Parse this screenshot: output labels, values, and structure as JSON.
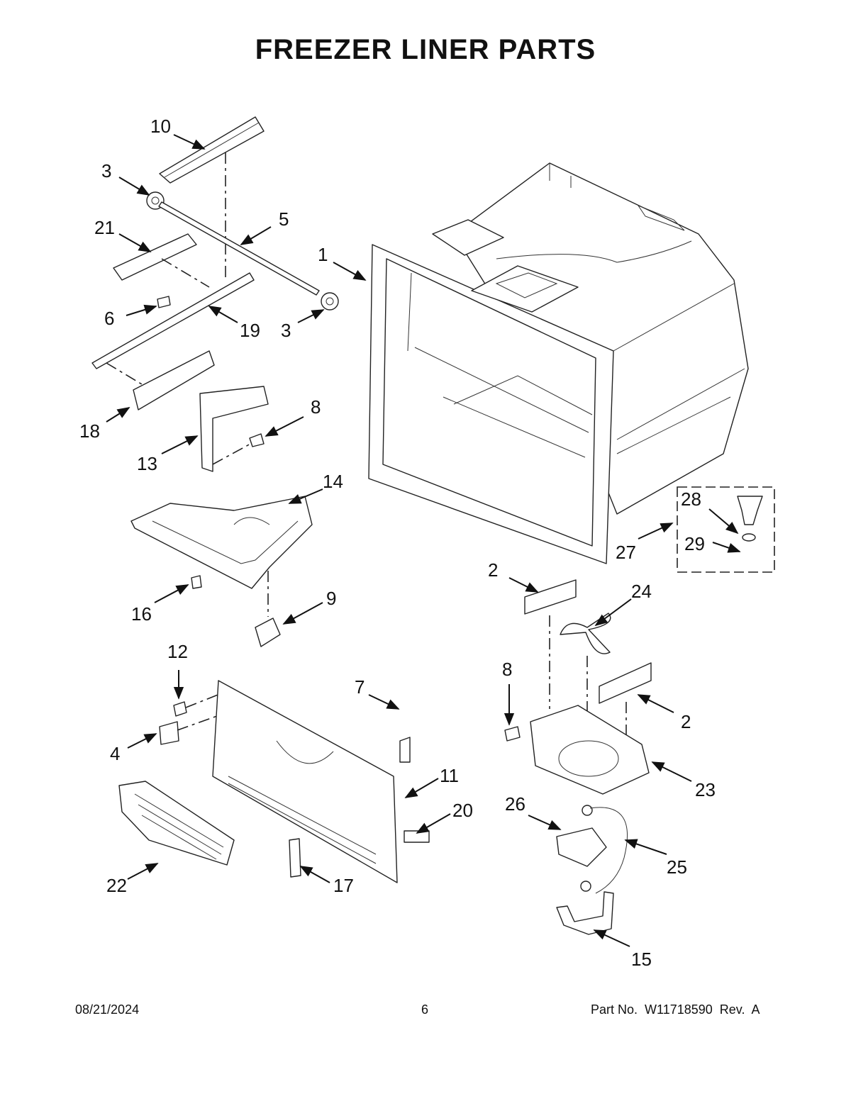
{
  "title": "FREEZER LINER PARTS",
  "callouts": [
    {
      "id": "c10",
      "text": "10"
    },
    {
      "id": "c3a",
      "text": "3"
    },
    {
      "id": "c21",
      "text": "21"
    },
    {
      "id": "c5",
      "text": "5"
    },
    {
      "id": "c1",
      "text": "1"
    },
    {
      "id": "c6",
      "text": "6"
    },
    {
      "id": "c19",
      "text": "19"
    },
    {
      "id": "c3b",
      "text": "3"
    },
    {
      "id": "c18",
      "text": "18"
    },
    {
      "id": "c8a",
      "text": "8"
    },
    {
      "id": "c13",
      "text": "13"
    },
    {
      "id": "c14",
      "text": "14"
    },
    {
      "id": "c28",
      "text": "28"
    },
    {
      "id": "c29",
      "text": "29"
    },
    {
      "id": "c27",
      "text": "27"
    },
    {
      "id": "c2a",
      "text": "2"
    },
    {
      "id": "c24",
      "text": "24"
    },
    {
      "id": "c16",
      "text": "16"
    },
    {
      "id": "c9",
      "text": "9"
    },
    {
      "id": "c12",
      "text": "12"
    },
    {
      "id": "c7",
      "text": "7"
    },
    {
      "id": "c8b",
      "text": "8"
    },
    {
      "id": "c2b",
      "text": "2"
    },
    {
      "id": "c4",
      "text": "4"
    },
    {
      "id": "c11",
      "text": "11"
    },
    {
      "id": "c23",
      "text": "23"
    },
    {
      "id": "c26",
      "text": "26"
    },
    {
      "id": "c20",
      "text": "20"
    },
    {
      "id": "c25",
      "text": "25"
    },
    {
      "id": "c22",
      "text": "22"
    },
    {
      "id": "c17",
      "text": "17"
    },
    {
      "id": "c15",
      "text": "15"
    }
  ],
  "footer": {
    "date": "08/21/2024",
    "page": "6",
    "part_no": "Part No.  W11718590  Rev.  A"
  }
}
